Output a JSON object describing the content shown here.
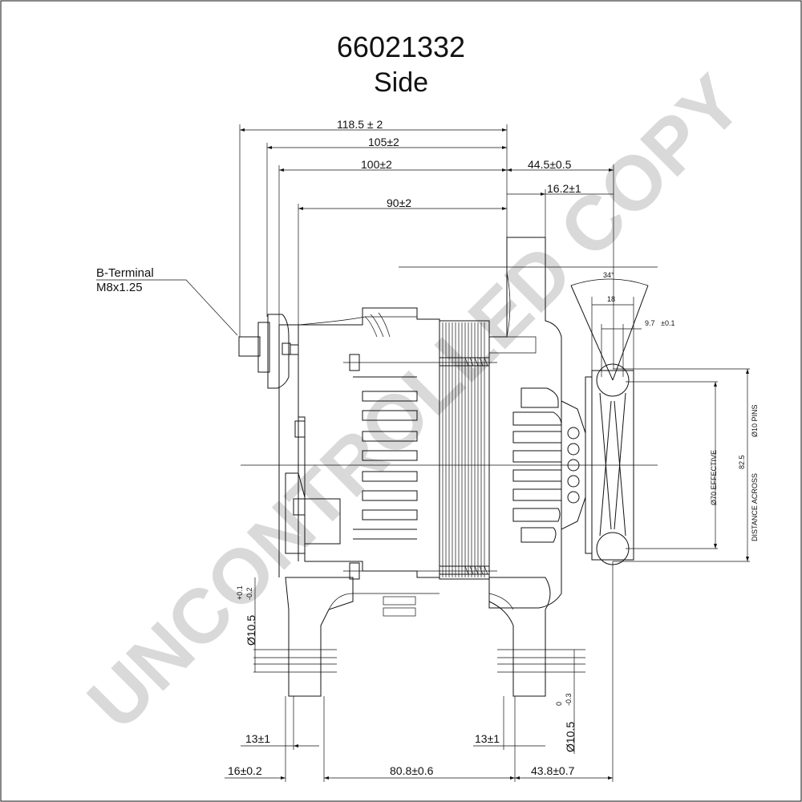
{
  "title": "66021332",
  "subtitle": "Side",
  "watermark": "UNCONTROLLED COPY",
  "callout": {
    "line1": "B-Terminal",
    "line2": "M8x1.25"
  },
  "dimensions": {
    "d_118": "118.5   ± 2",
    "d_105": "105±2",
    "d_100": "100±2",
    "d_90": "90±2",
    "d_44": "44.5±0.5",
    "d_16_2": "16.2±1",
    "angle": "34°",
    "d_18": "18",
    "d_9_7": "9.7",
    "d_9_7_tol": "±0.1",
    "dia_10_pins": "Ø10 PINS",
    "dia_82_5": "82.5",
    "distance_across": "DISTANCE ACROSS",
    "dia_70": "Ø70 EFFECTIVE",
    "hole_left": "Ø10.5",
    "hole_left_tol_upper": "+0.1",
    "hole_left_tol_lower": "-0.2",
    "hole_right": "Ø10.5",
    "hole_right_tol_upper": "0",
    "hole_right_tol_lower": "-0.3",
    "d_13_left": "13±1",
    "d_13_right": "13±1",
    "d_16_0_2": "16±0.2",
    "d_80_8": "80.8±0.6",
    "d_43_8": "43.8±0.7"
  },
  "colors": {
    "line": "#111111",
    "watermark": "#d9d9d9",
    "background": "#ffffff"
  }
}
